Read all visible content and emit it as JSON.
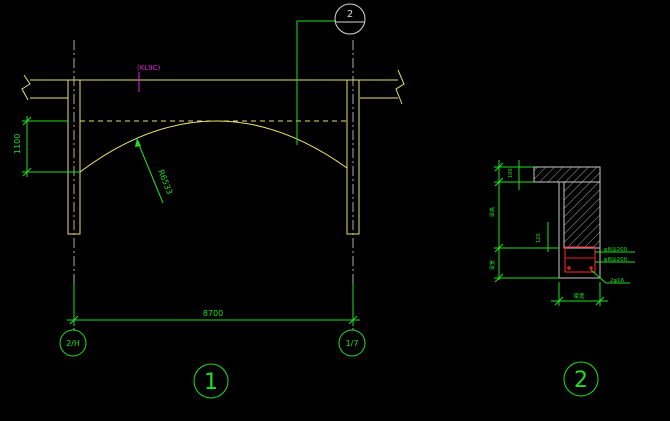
{
  "drawing": {
    "background": "#000000",
    "colors": {
      "structure": "#e8e070",
      "dimension": "#20e020",
      "axis": "#d8d8d8",
      "tag": "#e020e0",
      "rebar": "#e02020",
      "hatch": "#c8c8c8"
    },
    "elevation": {
      "tag_label": "(KL9C)",
      "span_dim": "8700",
      "rise_dim": "1100",
      "radius_dim": "R6533",
      "axis_left": "2/H",
      "axis_right": "1/7",
      "callout": "2",
      "view_number": "1"
    },
    "section": {
      "view_number": "2",
      "dim_top": "100",
      "dim_upper": "梁高",
      "dim_mid": "120",
      "dim_lower": "梁宽",
      "rebar_upper": "φ8@200",
      "rebar_lower": "φ8@200",
      "rebar_main": "2φ16",
      "bottom_dim": "梁宽"
    }
  }
}
